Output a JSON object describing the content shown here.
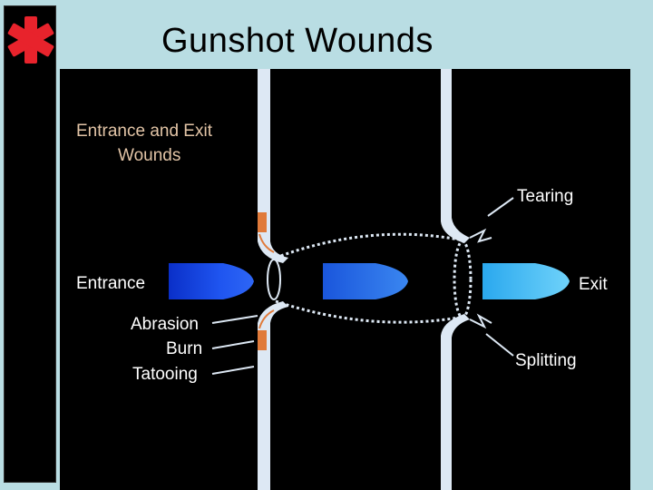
{
  "slide": {
    "title": "Gunshot Wounds"
  },
  "diagram": {
    "heading_lines": [
      "Entrance and Exit",
      "Wounds"
    ],
    "labels": {
      "entrance": "Entrance",
      "exit": "Exit",
      "tearing": "Tearing",
      "splitting": "Splitting",
      "abrasion": "Abrasion",
      "burn": "Burn",
      "tatooing": "Tatooing"
    },
    "colors": {
      "background": "#b9dde3",
      "panel": "#000000",
      "asterisk": "#e8232c",
      "heading_text": "#e2c4a6",
      "bullet_entrance": "#1f4fe0",
      "bullet_middle": "#2c6be8",
      "bullet_exit": "#3ab8f0",
      "burn_band": "#e07a3a",
      "skin": "#dde8f4"
    },
    "icons": [
      "medical-asterisk-icon"
    ]
  }
}
